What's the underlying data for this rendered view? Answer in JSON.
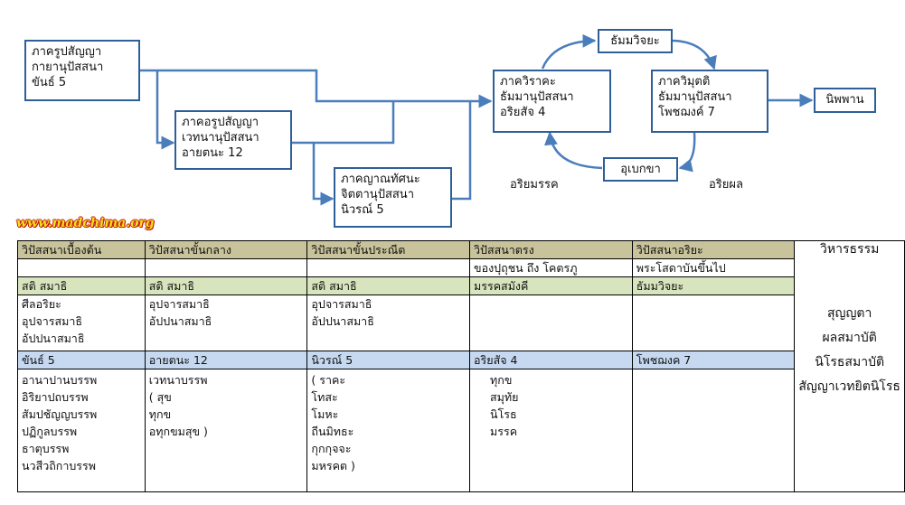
{
  "diagram": {
    "box_rupa": [
      "ภาครูปสัญญา",
      "กายานุปัสสนา",
      "ขันธ์ 5"
    ],
    "box_arupa": [
      "ภาคอรูปสัญญา",
      "เวทนานุปัสสนา",
      "อายตนะ 12"
    ],
    "box_yan": [
      "ภาคญาณทัศนะ",
      "จิตตานุปัสสนา",
      "นิวรณ์ 5"
    ],
    "box_wiraka": [
      "ภาควิราคะ",
      "ธัมมานุปัสสนา",
      "อริยสัจ 4"
    ],
    "box_thammawijaya": "ธัมมวิจยะ",
    "box_wimutti": [
      "ภาควิมุตติ",
      "ธัมมานุปัสสนา",
      "โพชฌงค์ 7"
    ],
    "box_nibbana": "นิพพาน",
    "box_upekkha": "อุเบกขา",
    "label_ariyamagga": "อริยมรรค",
    "label_ariyaphala": "อริยผล"
  },
  "watermark": "www.madchima.org",
  "table": {
    "headers": [
      "วิปัสสนาเบื้องต้น",
      "วิปัสสนาขั้นกลาง",
      "วิปัสสนาขั้นประณีต",
      "วิปัสสนาตรง",
      "วิปัสสนาอริยะ"
    ],
    "side_header": "วิหารธรรม",
    "side_items": [
      "สุญญตา",
      "ผลสมาบัติ",
      "นิโรธสมาบัติ",
      "สัญญาเวทยิตนิโรธ"
    ],
    "row_scope": [
      "",
      "",
      "",
      "ของปุถุชน ถึง โคตรภู",
      "พระโสดาบันขึ้นไป"
    ],
    "row_sati": [
      "สติ สมาธิ",
      "สติ สมาธิ",
      "สติ สมาธิ",
      "มรรคสมังคี",
      "ธัมมวิจยะ"
    ],
    "row_samadhi": [
      [
        "ศีลอริยะ",
        "อุปจารสมาธิ",
        "อัปปนาสมาธิ"
      ],
      [
        "อุปจารสมาธิ",
        "อัปปนาสมาธิ"
      ],
      [
        "อุปจารสมาธิ",
        "อัปปนาสมาธิ"
      ],
      [],
      []
    ],
    "row_dhamma": [
      "ขันธ์ 5",
      "อายตนะ 12",
      "นิวรณ์ 5",
      "อริยสัจ 4",
      "โพชฌงค 7"
    ],
    "row_pabba": [
      [
        "อานาปานบรรพ",
        "อิริยาปถบรรพ",
        "สัมปชัญญบรรพ",
        "ปฏิกูลบรรพ",
        "ธาตุบรรพ",
        "นวสีวถิกาบรรพ"
      ],
      [
        "เวทนาบรรพ",
        "( สุข",
        "ทุกข",
        "อทุกขมสุข )"
      ],
      [
        "( ราคะ",
        "โทสะ",
        "โมหะ",
        "ถีนมิทธะ",
        "กุกกุจจะ",
        "มหรคต )"
      ],
      [
        "ทุกข",
        "สมุทัย",
        "นิโรธ",
        "มรรค"
      ],
      []
    ]
  }
}
